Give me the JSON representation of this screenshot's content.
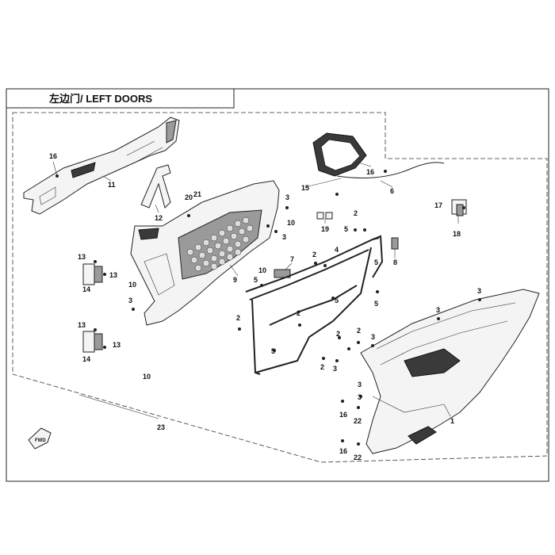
{
  "title": "左边门/ LEFT DOORS",
  "callouts": [
    {
      "id": "c16a",
      "text": "16"
    },
    {
      "id": "c11",
      "text": "11"
    },
    {
      "id": "c12",
      "text": "12"
    },
    {
      "id": "c20",
      "text": "20"
    },
    {
      "id": "c21",
      "text": "21"
    },
    {
      "id": "c3a",
      "text": "3"
    },
    {
      "id": "c10a",
      "text": "10"
    },
    {
      "id": "c3b",
      "text": "3"
    },
    {
      "id": "c13a",
      "text": "13"
    },
    {
      "id": "c13b",
      "text": "13"
    },
    {
      "id": "c14a",
      "text": "14"
    },
    {
      "id": "c10b",
      "text": "10"
    },
    {
      "id": "c3c",
      "text": "3"
    },
    {
      "id": "c9",
      "text": "9"
    },
    {
      "id": "c10c",
      "text": "10"
    },
    {
      "id": "c5a",
      "text": "5"
    },
    {
      "id": "c13c",
      "text": "13"
    },
    {
      "id": "c13d",
      "text": "13"
    },
    {
      "id": "c14b",
      "text": "14"
    },
    {
      "id": "c10d",
      "text": "10"
    },
    {
      "id": "c15",
      "text": "15"
    },
    {
      "id": "c16b",
      "text": "16"
    },
    {
      "id": "c6",
      "text": "6"
    },
    {
      "id": "c19",
      "text": "19"
    },
    {
      "id": "c2a",
      "text": "2"
    },
    {
      "id": "c5b",
      "text": "5"
    },
    {
      "id": "c2b",
      "text": "2"
    },
    {
      "id": "c4",
      "text": "4"
    },
    {
      "id": "c7",
      "text": "7"
    },
    {
      "id": "c5c",
      "text": "5"
    },
    {
      "id": "c5d",
      "text": "5"
    },
    {
      "id": "c5e",
      "text": "5"
    },
    {
      "id": "c2c",
      "text": "2"
    },
    {
      "id": "c2d",
      "text": "2"
    },
    {
      "id": "c5f",
      "text": "5"
    },
    {
      "id": "c8",
      "text": "8"
    },
    {
      "id": "c17",
      "text": "17"
    },
    {
      "id": "c18",
      "text": "18"
    },
    {
      "id": "c3d",
      "text": "3"
    },
    {
      "id": "c3e",
      "text": "3"
    },
    {
      "id": "c2e",
      "text": "2"
    },
    {
      "id": "c2f",
      "text": "2"
    },
    {
      "id": "c3f",
      "text": "3"
    },
    {
      "id": "c2g",
      "text": "2"
    },
    {
      "id": "c3g",
      "text": "3"
    },
    {
      "id": "c3h",
      "text": "3"
    },
    {
      "id": "c1",
      "text": "1"
    },
    {
      "id": "c3i",
      "text": "3"
    },
    {
      "id": "c16c",
      "text": "16"
    },
    {
      "id": "c22a",
      "text": "22"
    },
    {
      "id": "c16d",
      "text": "16"
    },
    {
      "id": "c22b",
      "text": "22"
    },
    {
      "id": "c23",
      "text": "23"
    }
  ],
  "direction_marker": "FWD"
}
